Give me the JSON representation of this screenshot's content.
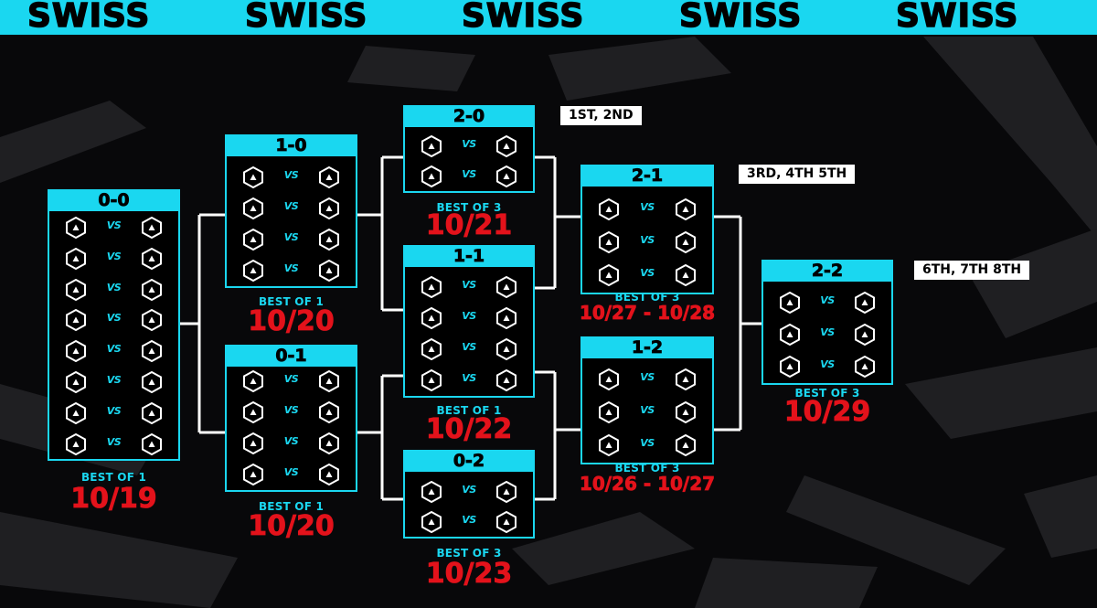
{
  "banner": {
    "words": [
      "SWISS",
      "SWISS",
      "SWISS",
      "SWISS",
      "SWISS"
    ]
  },
  "team_slot_icon": "hexagon-team-placeholder-icon",
  "vs_label": "VS",
  "colors": {
    "accent": "#1ad7f0",
    "date": "#e3121b",
    "background": "#08080a"
  },
  "groups": [
    {
      "id": "0-0",
      "record": "0-0",
      "matches": 8,
      "format": "BEST OF 1",
      "date": "10/19"
    },
    {
      "id": "1-0",
      "record": "1-0",
      "matches": 4,
      "format": "BEST OF 1",
      "date": "10/20"
    },
    {
      "id": "0-1",
      "record": "0-1",
      "matches": 4,
      "format": "BEST OF 1",
      "date": "10/20"
    },
    {
      "id": "2-0",
      "record": "2-0",
      "matches": 2,
      "format": "BEST OF 3",
      "date": "10/21",
      "tag": "1ST, 2ND"
    },
    {
      "id": "1-1",
      "record": "1-1",
      "matches": 4,
      "format": "BEST OF 1",
      "date": "10/22"
    },
    {
      "id": "0-2",
      "record": "0-2",
      "matches": 2,
      "format": "BEST OF 3",
      "date": "10/23"
    },
    {
      "id": "2-1",
      "record": "2-1",
      "matches": 3,
      "format": "BEST OF 3",
      "date": "10/27 - 10/28",
      "tag": "3RD, 4TH 5TH"
    },
    {
      "id": "1-2",
      "record": "1-2",
      "matches": 3,
      "format": "BEST OF 3",
      "date": "10/26 - 10/27"
    },
    {
      "id": "2-2",
      "record": "2-2",
      "matches": 3,
      "format": "BEST OF 3",
      "date": "10/29",
      "tag": "6TH, 7TH 8TH"
    }
  ]
}
